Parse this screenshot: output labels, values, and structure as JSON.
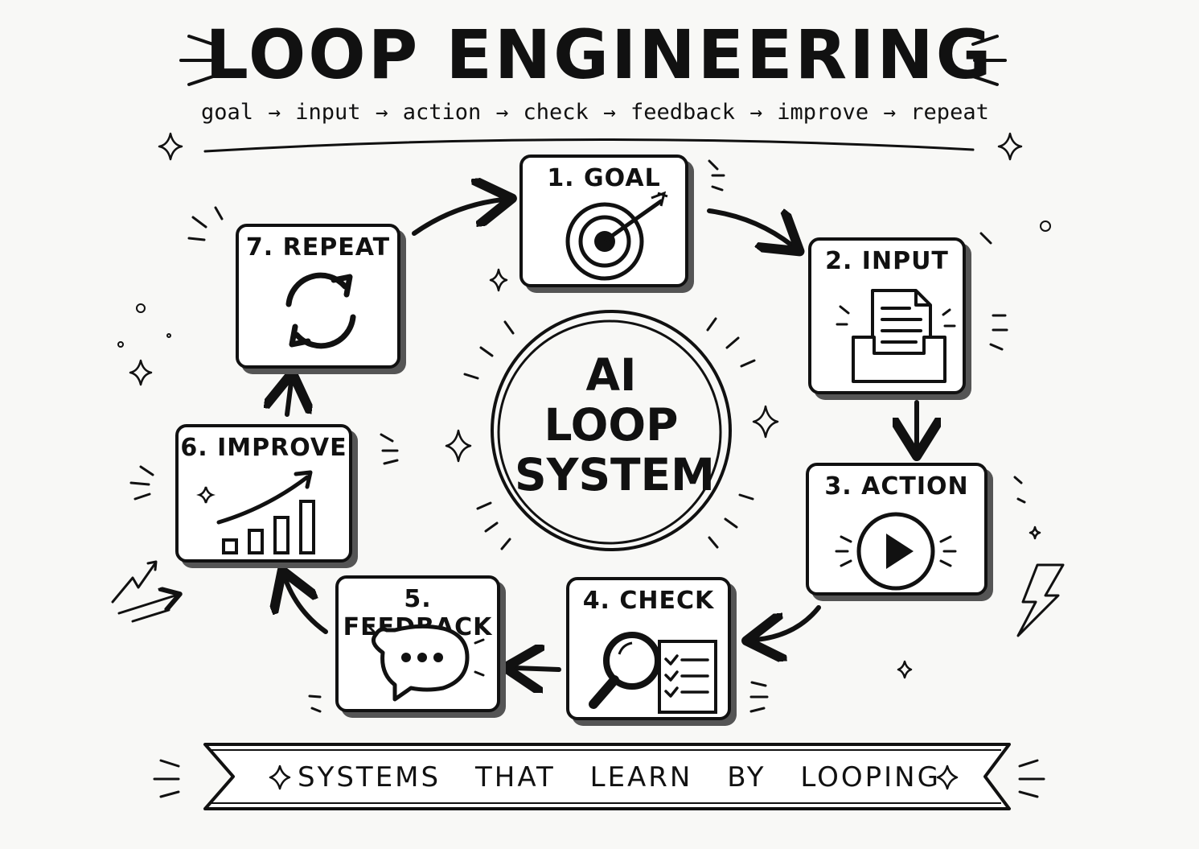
{
  "title": "LOOP ENGINEERING",
  "flow": [
    "goal",
    "input",
    "action",
    "check",
    "feedback",
    "improve",
    "repeat"
  ],
  "flow_arrow": "→",
  "steps": [
    {
      "label": "1. GOAL",
      "icon": "target-icon"
    },
    {
      "label": "2. INPUT",
      "icon": "document-tray-icon"
    },
    {
      "label": "3. ACTION",
      "icon": "play-icon"
    },
    {
      "label": "4. CHECK",
      "icon": "magnifier-checklist-icon"
    },
    {
      "label": "5. FEEDBACK",
      "icon": "speech-bubble-icon"
    },
    {
      "label": "6. IMPROVE",
      "icon": "growth-chart-icon"
    },
    {
      "label": "7. REPEAT",
      "icon": "cycle-arrows-icon"
    }
  ],
  "center": {
    "line1": "AI",
    "line2": "LOOP",
    "line3": "SYSTEM"
  },
  "banner": {
    "words": [
      "SYSTEMS",
      "THAT",
      "LEARN",
      "BY",
      "LOOPING"
    ]
  }
}
